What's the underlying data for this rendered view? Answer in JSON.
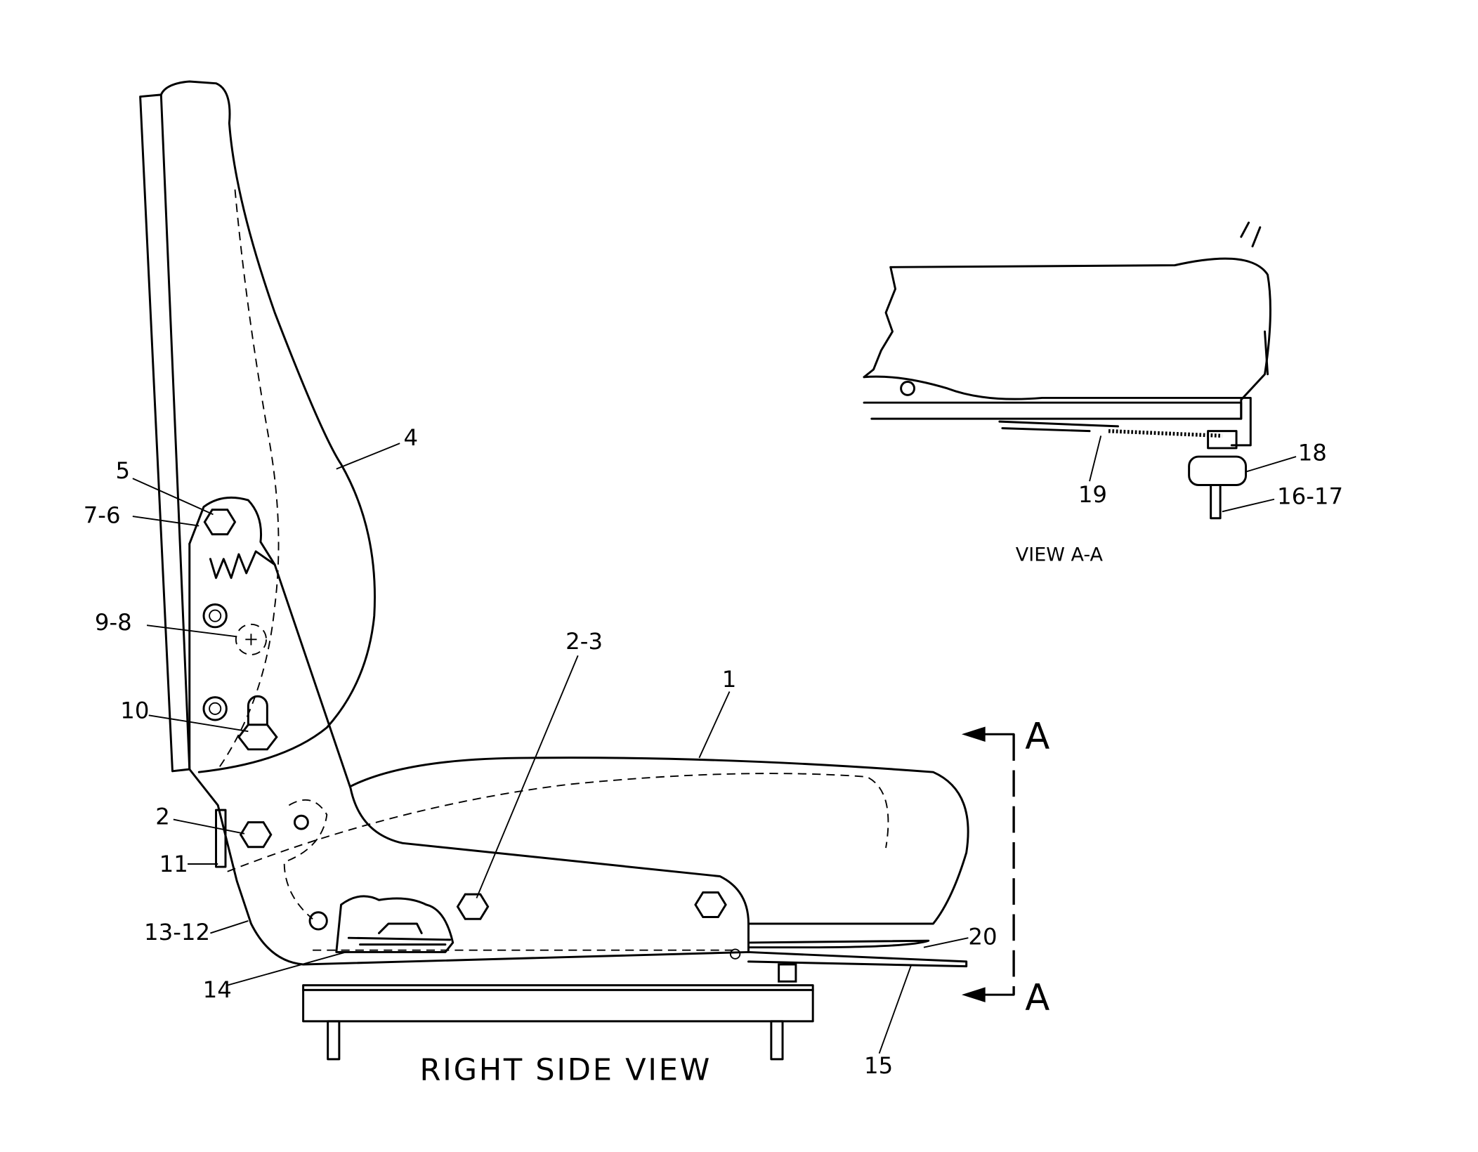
{
  "views": {
    "main_title": "RIGHT SIDE VIEW",
    "section_title": "VIEW A-A",
    "section_marker_top": "A",
    "section_marker_bottom": "A"
  },
  "callouts": {
    "c1": "1",
    "c2": "2",
    "c2_3": "2-3",
    "c4": "4",
    "c5": "5",
    "c7_6": "7-6",
    "c9_8": "9-8",
    "c10": "10",
    "c11": "11",
    "c13_12": "13-12",
    "c14": "14",
    "c15": "15",
    "c16_17": "16-17",
    "c18": "18",
    "c19": "19",
    "c20": "20"
  }
}
